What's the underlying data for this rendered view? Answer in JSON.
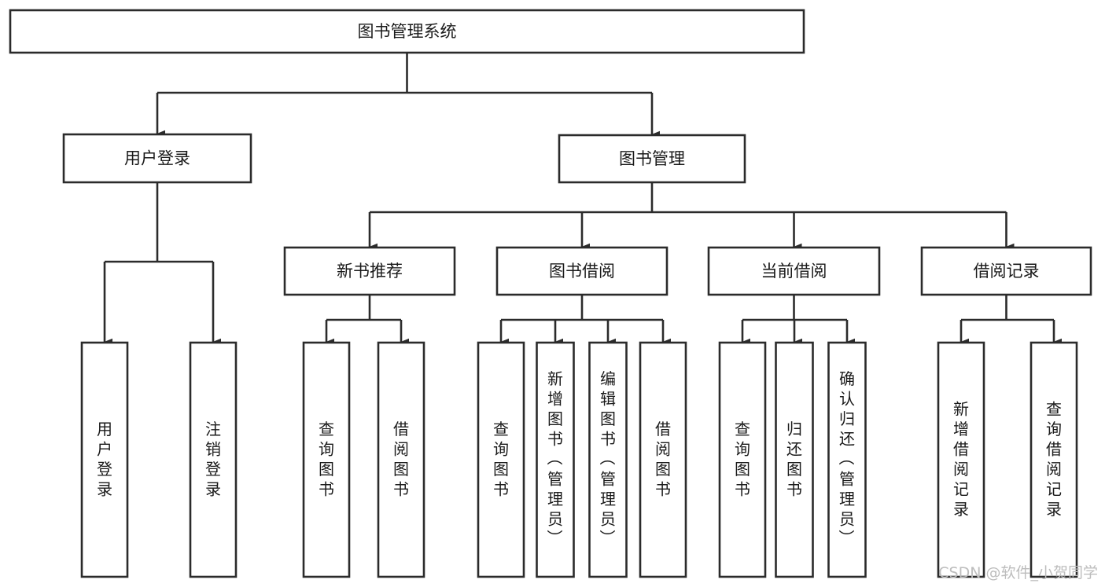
{
  "diagram": {
    "title": "图书管理系统",
    "type": "tree-hierarchy",
    "root": {
      "id": "root",
      "label": "图书管理系统"
    },
    "level2": [
      {
        "id": "user-login",
        "label": "用户登录"
      },
      {
        "id": "book-manage",
        "label": "图书管理"
      }
    ],
    "level3": [
      {
        "id": "new-book-recommend",
        "label": "新书推荐",
        "parent": "book-manage"
      },
      {
        "id": "book-borrow",
        "label": "图书借阅",
        "parent": "book-manage"
      },
      {
        "id": "current-borrow",
        "label": "当前借阅",
        "parent": "book-manage"
      },
      {
        "id": "borrow-record",
        "label": "借阅记录",
        "parent": "book-manage"
      }
    ],
    "leaves": {
      "user-login": [
        {
          "id": "leaf-user-login",
          "label": "用户登录"
        },
        {
          "id": "leaf-user-logout",
          "label": "注销登录"
        }
      ],
      "new-book-recommend": [
        {
          "id": "leaf-query-book-1",
          "label": "查询图书"
        },
        {
          "id": "leaf-borrow-book-1",
          "label": "借阅图书"
        }
      ],
      "book-borrow": [
        {
          "id": "leaf-query-book-2",
          "label": "查询图书"
        },
        {
          "id": "leaf-add-book",
          "label": "新增图书（管理员）"
        },
        {
          "id": "leaf-edit-book",
          "label": "编辑图书（管理员）"
        },
        {
          "id": "leaf-borrow-book-2",
          "label": "借阅图书"
        }
      ],
      "current-borrow": [
        {
          "id": "leaf-query-book-3",
          "label": "查询图书"
        },
        {
          "id": "leaf-return-book",
          "label": "归还图书"
        },
        {
          "id": "leaf-confirm-return",
          "label": "确认归还（管理员）"
        }
      ],
      "borrow-record": [
        {
          "id": "leaf-add-record",
          "label": "新增借阅记录"
        },
        {
          "id": "leaf-query-record",
          "label": "查询借阅记录"
        }
      ]
    }
  },
  "watermark": {
    "text": "CSDN @软件_小贺同学"
  },
  "colors": {
    "stroke": "#2b2b2b",
    "fill": "#ffffff",
    "text": "#1a1a1a",
    "watermark": "#bdbdbd",
    "background": "#ffffff"
  }
}
